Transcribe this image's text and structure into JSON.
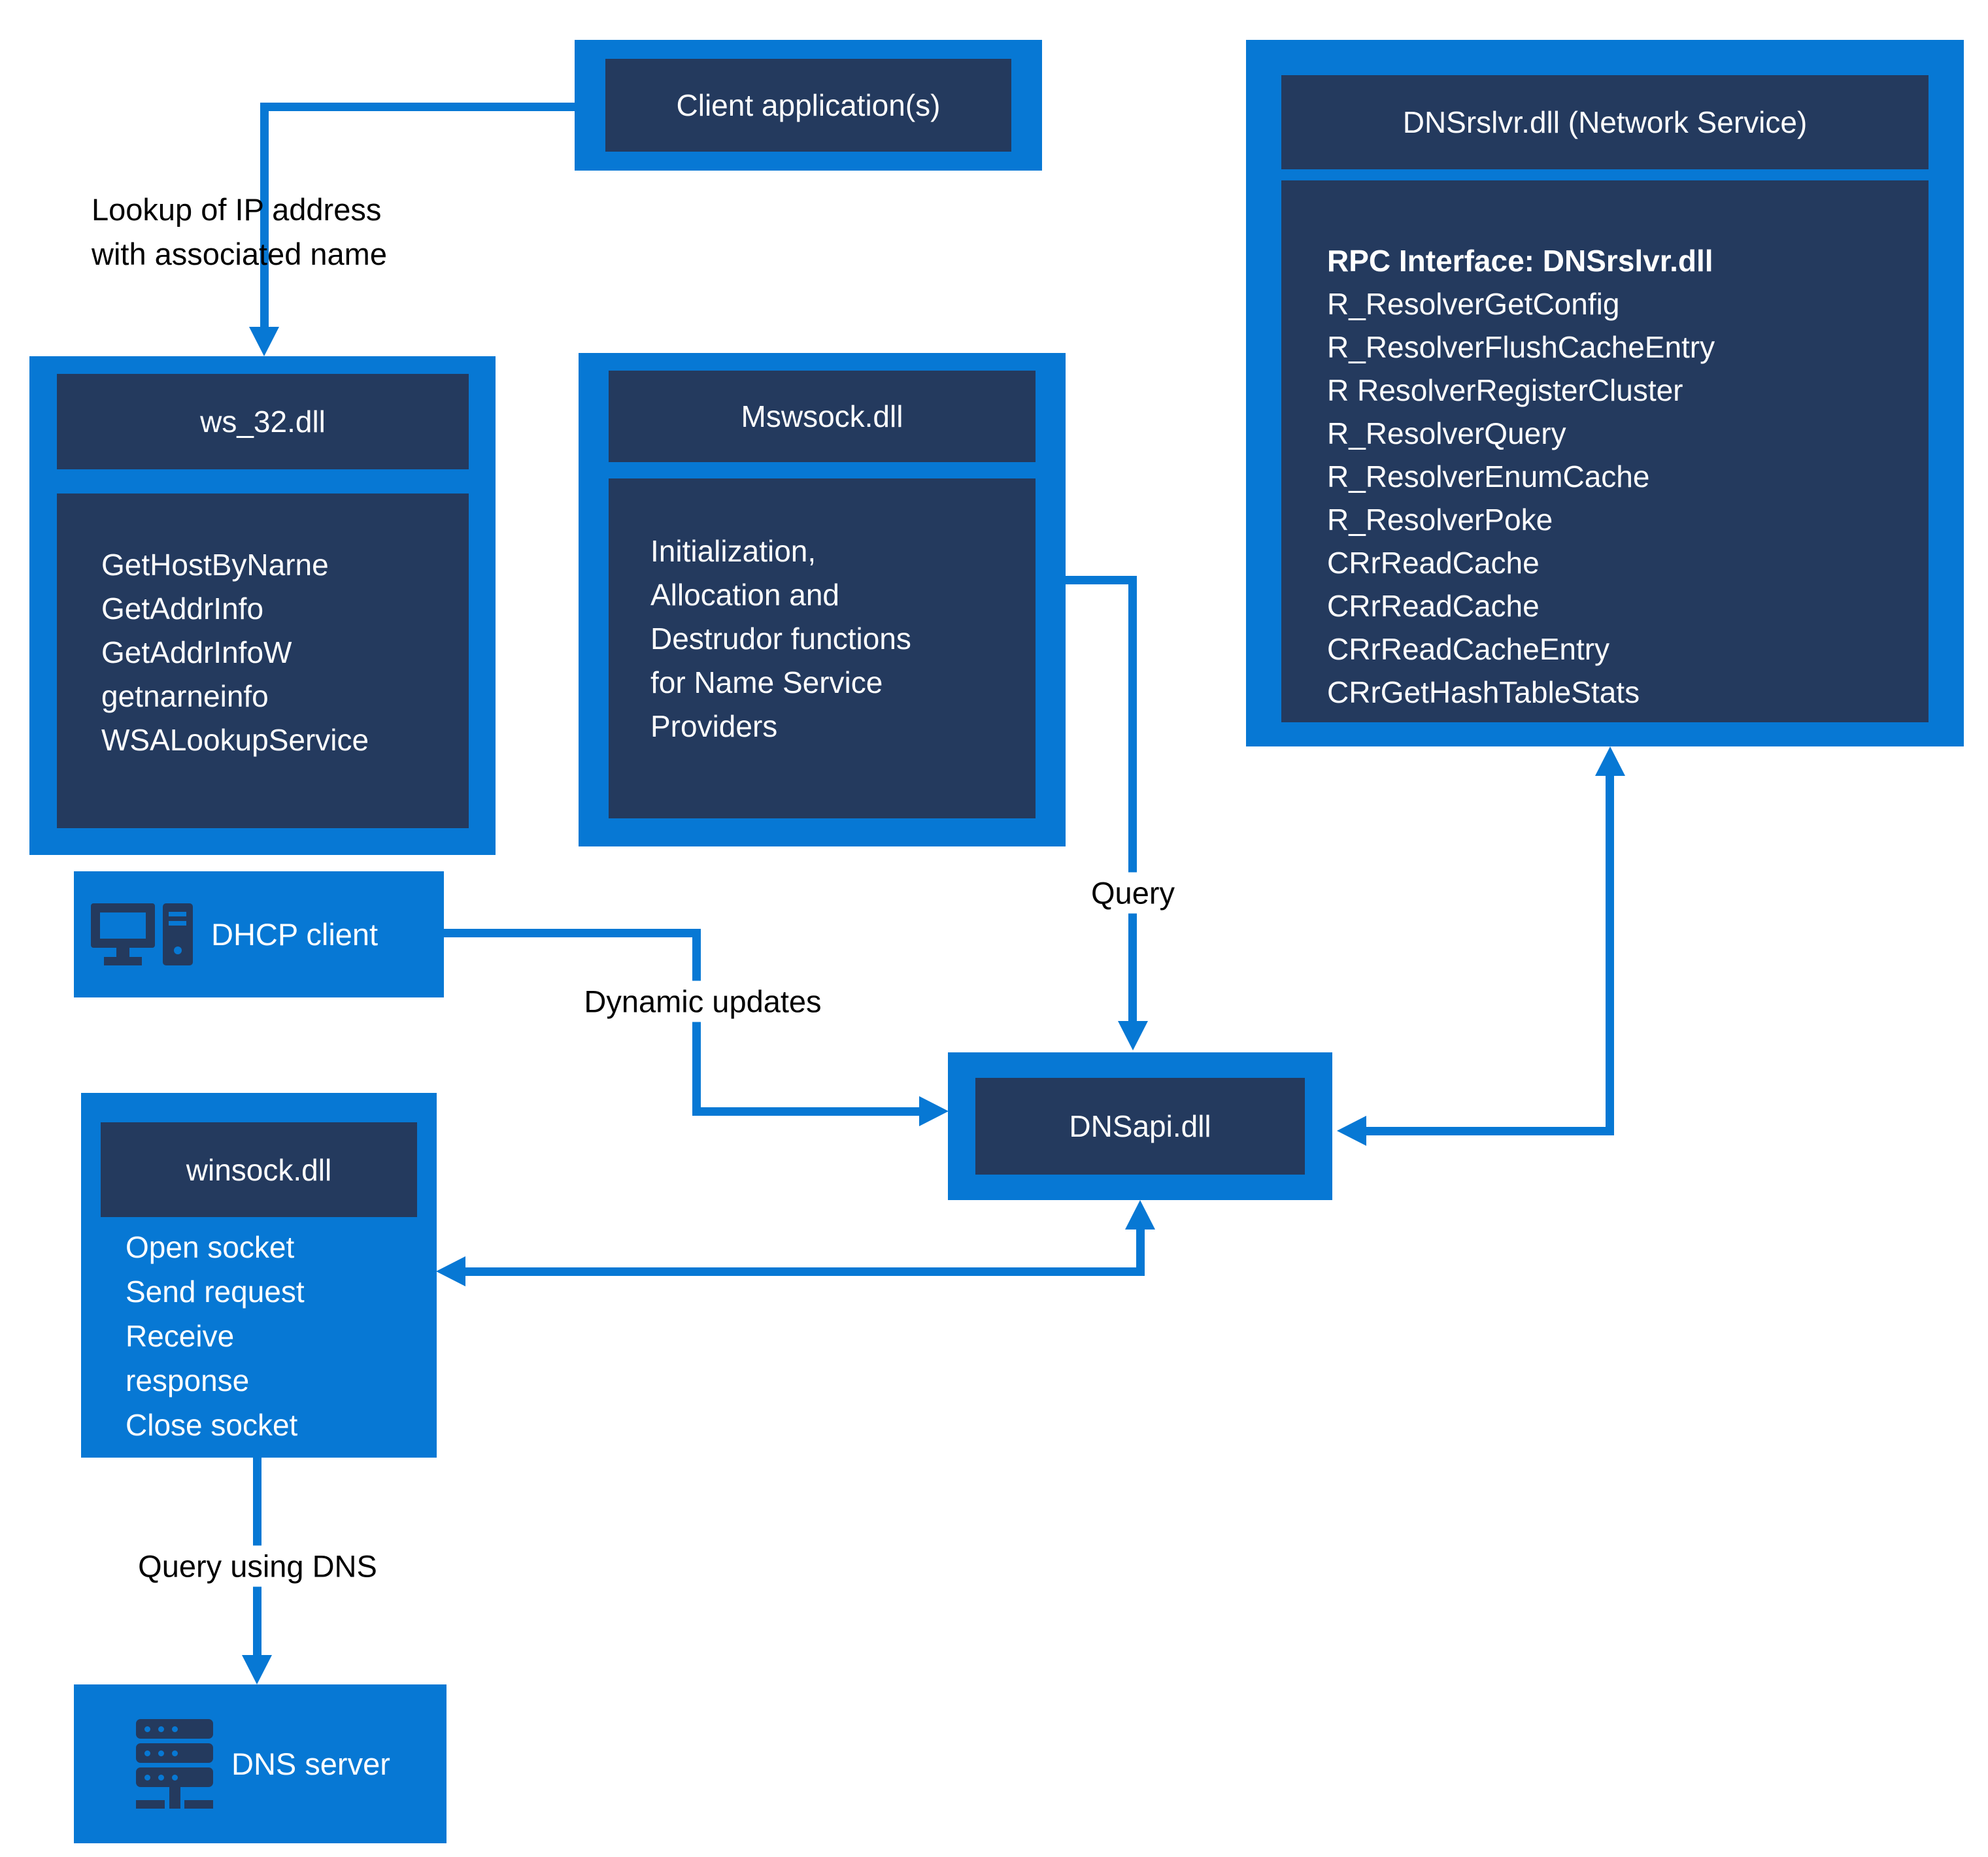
{
  "diagram": {
    "colors": {
      "accent_blue": "#0778d4",
      "dark_navy": "#243a5e",
      "box_text": "#ffffff",
      "label_text": "#000000"
    },
    "boxes": {
      "client_app": {
        "title": "Client application(s)"
      },
      "ws32": {
        "title": "ws_32.dll",
        "items": [
          "GetHostByNarne",
          "GetAddrInfo",
          "GetAddrInfoW",
          "getnarneinfo",
          "WSALookupService"
        ]
      },
      "mswsock": {
        "title": "Mswsock.dll",
        "body_lines": [
          "Initialization,",
          "Allocation and",
          "Destrudor functions",
          "for Name Service",
          "Providers"
        ]
      },
      "dnsrslvr": {
        "title": "DNSrslvr.dll (Network Service)",
        "heading": "RPC Interface: DNSrslvr.dll",
        "items": [
          "R_ResolverGetConfig",
          "R_ResolverFlushCacheEntry",
          "R ResolverRegisterCluster",
          "R_ResolverQuery",
          "R_ResolverEnumCache",
          "R_ResolverPoke",
          "CRrReadCache",
          "CRrReadCache",
          "CRrReadCacheEntry",
          "CRrGetHashTableStats"
        ]
      },
      "dhcp": {
        "label": "DHCP client",
        "icon": "desktop-computer-icon"
      },
      "dnsapi": {
        "title": "DNSapi.dll"
      },
      "winsock": {
        "title": "winsock.dll",
        "items": [
          "Open socket",
          "Send request",
          "Receive",
          "response",
          "Close socket"
        ]
      },
      "dns_server": {
        "label": "DNS server",
        "icon": "server-rack-icon"
      }
    },
    "labels": {
      "lookup_line1": "Lookup of IP address",
      "lookup_line2": "with associated name",
      "dynamic_updates": "Dynamic updates",
      "query": "Query",
      "query_using_dns": "Query using DNS"
    }
  }
}
